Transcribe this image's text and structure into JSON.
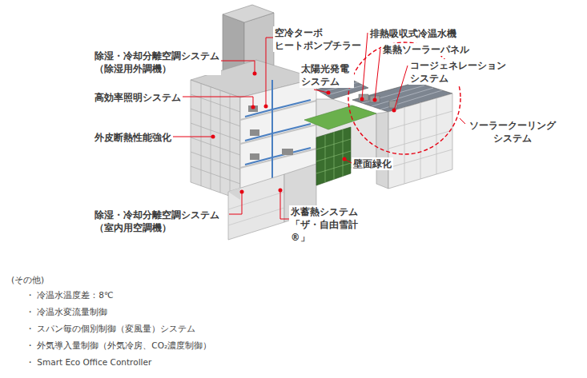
{
  "diagram": {
    "labels": [
      "除湿・冷却分離空調システム （除湿用外調機）",
      "空冷ターボ ヒートポンプチラー",
      "排熱吸収式冷温水機",
      "集熱ソーラーパネル",
      "コージェネレーション システム",
      "太陽光発電 システム",
      "高効率照明システム",
      "ソーラークーリング システム",
      "外皮断熱性能強化",
      "壁面緑化",
      "除湿・冷却分離空調システム （室内用空調機）",
      "氷蓄熱システム 「ザ・自由雪計®」",
      "(その他)",
      "・ 冷温水温度差：8℃",
      "・ 冷温水変流量制御",
      "・ スパン毎の個別制御（変風量）システム",
      "・ 外気導入量制御（外気冷房、CO₂濃度制御）",
      "・ Smart Eco Office Controller"
    ]
  }
}
